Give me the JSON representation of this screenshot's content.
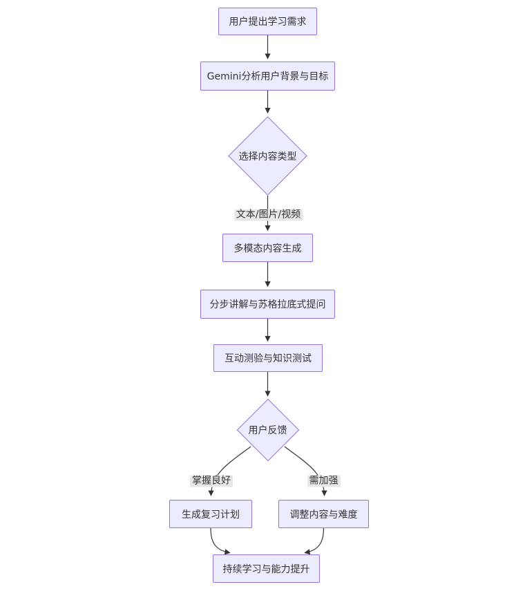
{
  "diagram": {
    "type": "flowchart",
    "direction": "top-down",
    "nodes": [
      {
        "id": "A",
        "label": "用户提出学习需求",
        "shape": "rect"
      },
      {
        "id": "B",
        "label": "Gemini分析用户背景与目标",
        "shape": "rect"
      },
      {
        "id": "C",
        "label": "选择内容类型",
        "shape": "diamond"
      },
      {
        "id": "D",
        "label": "多模态内容生成",
        "shape": "rect"
      },
      {
        "id": "E",
        "label": "分步讲解与苏格拉底式提问",
        "shape": "rect"
      },
      {
        "id": "F",
        "label": "互动测验与知识测试",
        "shape": "rect"
      },
      {
        "id": "G",
        "label": "用户反馈",
        "shape": "diamond"
      },
      {
        "id": "H",
        "label": "生成复习计划",
        "shape": "rect"
      },
      {
        "id": "I",
        "label": "调整内容与难度",
        "shape": "rect"
      },
      {
        "id": "J",
        "label": "持续学习与能力提升",
        "shape": "rect"
      }
    ],
    "edges": [
      {
        "from": "A",
        "to": "B",
        "label": ""
      },
      {
        "from": "B",
        "to": "C",
        "label": ""
      },
      {
        "from": "C",
        "to": "D",
        "label": "文本/图片/视频"
      },
      {
        "from": "D",
        "to": "E",
        "label": ""
      },
      {
        "from": "E",
        "to": "F",
        "label": ""
      },
      {
        "from": "F",
        "to": "G",
        "label": ""
      },
      {
        "from": "G",
        "to": "H",
        "label": "掌握良好"
      },
      {
        "from": "G",
        "to": "I",
        "label": "需加强"
      },
      {
        "from": "H",
        "to": "J",
        "label": ""
      },
      {
        "from": "I",
        "to": "J",
        "label": ""
      }
    ],
    "colors": {
      "node_fill": "#ECECFF",
      "node_border": "#9370DB",
      "edge_stroke": "#333333",
      "edge_label_background": "#e8e8e8",
      "node_text": "#333333",
      "canvas_background": "#ffffff"
    }
  }
}
